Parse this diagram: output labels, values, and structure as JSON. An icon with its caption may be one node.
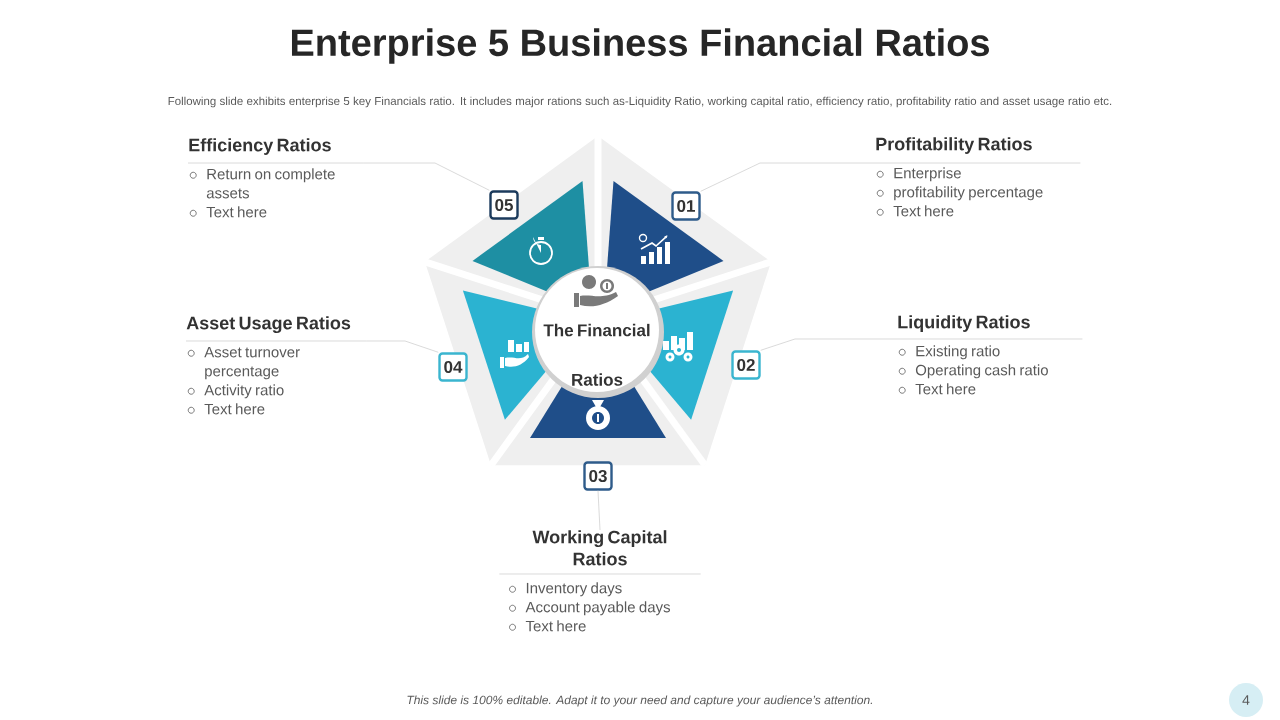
{
  "diagram": {
    "title": "Enterprise 5 Business Financial Ratios",
    "nodes": [
      {
        "text": [
          "The Financial Ratios"
        ]
      },
      {
        "text": [
          "01"
        ]
      },
      {
        "text": [
          "02"
        ]
      },
      {
        "text": [
          "03"
        ]
      },
      {
        "text": [
          "04"
        ]
      },
      {
        "text": [
          "05"
        ]
      },
      {
        "text": [
          "Profitability Ratios",
          "Enterprise",
          "profitability percentage",
          "Text here"
        ]
      },
      {
        "text": [
          "Liquidity Ratios",
          "Existing ratio",
          "Operating cash ratio",
          "Text here"
        ]
      },
      {
        "text": [
          "Working Capital Ratios",
          "Inventory days",
          "Account payable days",
          "Text here"
        ]
      },
      {
        "text": [
          "Asset Usage Ratios",
          "Asset turnover percentage",
          "Activity ratio",
          "Text here"
        ]
      },
      {
        "text": [
          "Efficiency Ratios",
          "Return on complete assets",
          "Text here"
        ]
      }
    ],
    "edges": [
      {
        "from": 1,
        "to": 6,
        "arrow": "none"
      },
      {
        "from": 2,
        "to": 7,
        "arrow": "none"
      },
      {
        "from": 3,
        "to": 8,
        "arrow": "none"
      },
      {
        "from": 4,
        "to": 9,
        "arrow": "none"
      },
      {
        "from": 5,
        "to": 10,
        "arrow": "none"
      }
    ],
    "labels": [
      "Following slide exhibits enterprise 5 key Financials ratio. It includes major rations such as-Liquidity Ratio, working capital ratio, efficiency ratio, profitability ratio and asset usage ratio etc.",
      "This slide is 100% editable. Adapt it to your need and capture your audience’s attention.",
      "4"
    ]
  }
}
